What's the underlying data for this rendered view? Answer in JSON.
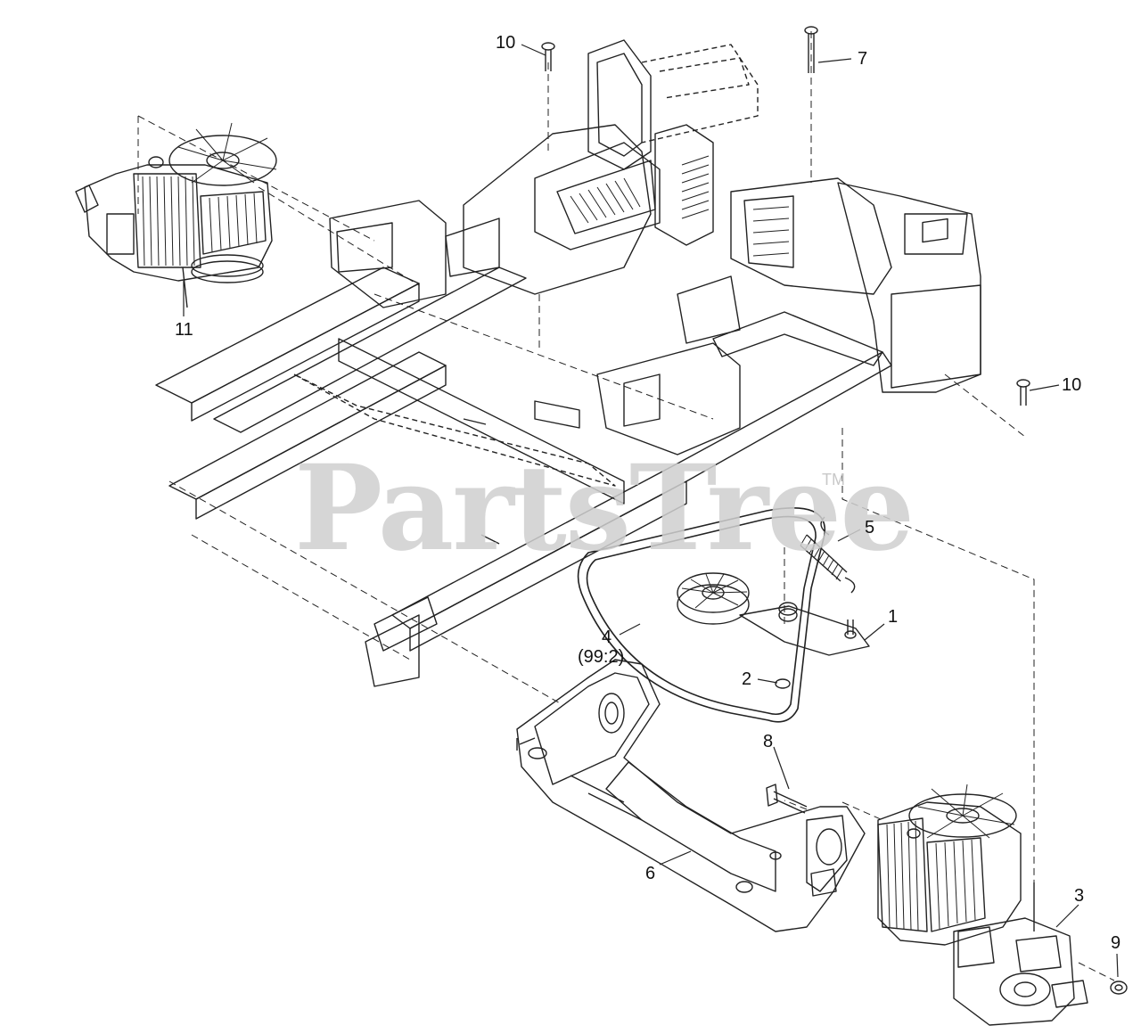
{
  "watermark": {
    "text": "PartsTree",
    "trademark": "TM"
  },
  "callouts": {
    "c1": "1",
    "c2": "2",
    "c3": "3",
    "c4": "4",
    "c4_qty": "(99:2)",
    "c5": "5",
    "c6": "6",
    "c7": "7",
    "c8": "8",
    "c9": "9",
    "c10a": "10",
    "c10b": "10",
    "c11": "11"
  }
}
